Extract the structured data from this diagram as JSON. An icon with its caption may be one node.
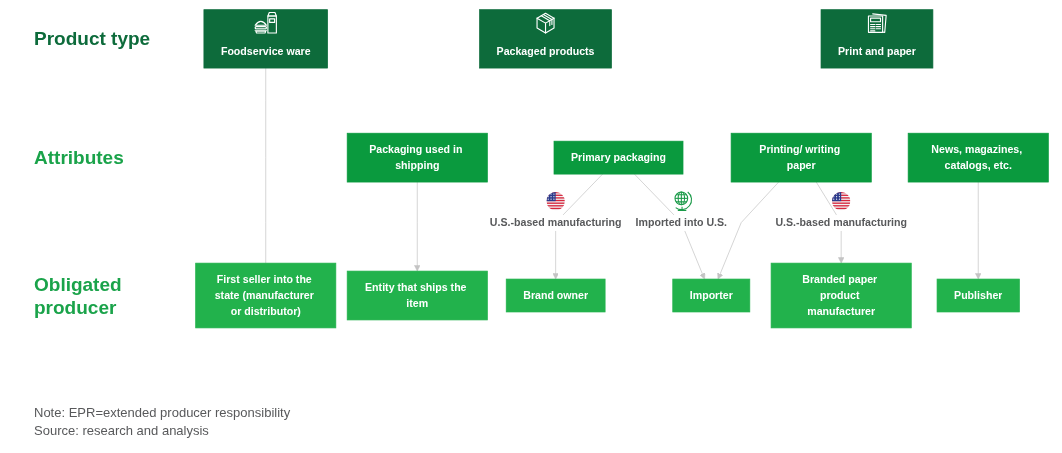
{
  "diagram": {
    "nodes": [
      {
        "text": [
          "Foodservice ware"
        ]
      },
      {
        "text": [
          "Packaged products"
        ]
      },
      {
        "text": [
          "Print and paper"
        ]
      },
      {
        "text": [
          "Packaging used in shipping"
        ]
      },
      {
        "text": [
          "Primary packaging"
        ]
      },
      {
        "text": [
          "Printing/ writing paper"
        ]
      },
      {
        "text": [
          "News, magazines, catalogs, etc."
        ]
      },
      {
        "text": [
          "First seller into the state (manufacturer or distributor)"
        ]
      },
      {
        "text": [
          "Entity that ships the item"
        ]
      },
      {
        "text": [
          "Brand owner"
        ]
      },
      {
        "text": [
          "Importer"
        ]
      },
      {
        "text": [
          "Branded paper product manufacturer"
        ]
      },
      {
        "text": [
          "Publisher"
        ]
      }
    ],
    "edges": [
      {
        "from": 0,
        "to": 7,
        "arrow": "none"
      },
      {
        "from": 3,
        "to": 8,
        "arrow": "to"
      },
      {
        "from": 4,
        "to": 9,
        "arrow": "to",
        "label": "U.S.-based manufacturing"
      },
      {
        "from": 4,
        "to": 10,
        "arrow": "to",
        "label": "Imported into U.S."
      },
      {
        "from": 5,
        "to": 10,
        "arrow": "to"
      },
      {
        "from": 5,
        "to": 11,
        "arrow": "to",
        "label": "U.S.-based manufacturing"
      },
      {
        "from": 6,
        "to": 12,
        "arrow": "to"
      }
    ],
    "labels": [
      "Product type",
      "Attributes",
      "Obligated producer",
      "Note: EPR=extended producer responsibility",
      "Source: research and analysis"
    ]
  }
}
